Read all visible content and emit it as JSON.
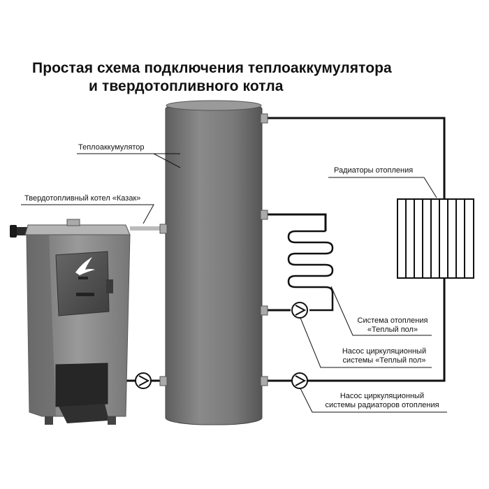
{
  "title": {
    "line1": "Простая схема подключения теплоаккумулятора",
    "line2": "и твердотопливного котла"
  },
  "labels": {
    "accumulator": "Теплоаккумулятор",
    "boiler": "Твердотопливный котел «Казак»",
    "radiators": "Радиаторы отопления",
    "floor_system_line1": "Система отопления",
    "floor_system_line2": "«Теплый пол»",
    "floor_pump_line1": "Насос циркуляционный",
    "floor_pump_line2": "системы «Теплый пол»",
    "radiator_pump_line1": "Насос циркуляционный",
    "radiator_pump_line2": "системы радиаторов отопления"
  },
  "colors": {
    "tank": "#7d7d7d",
    "boiler_body": "#8c8c8c",
    "pipe": "#111111",
    "background": "#ffffff"
  },
  "icons": {
    "pump": "pump-icon",
    "boiler_logo": "swallow-logo-icon"
  }
}
